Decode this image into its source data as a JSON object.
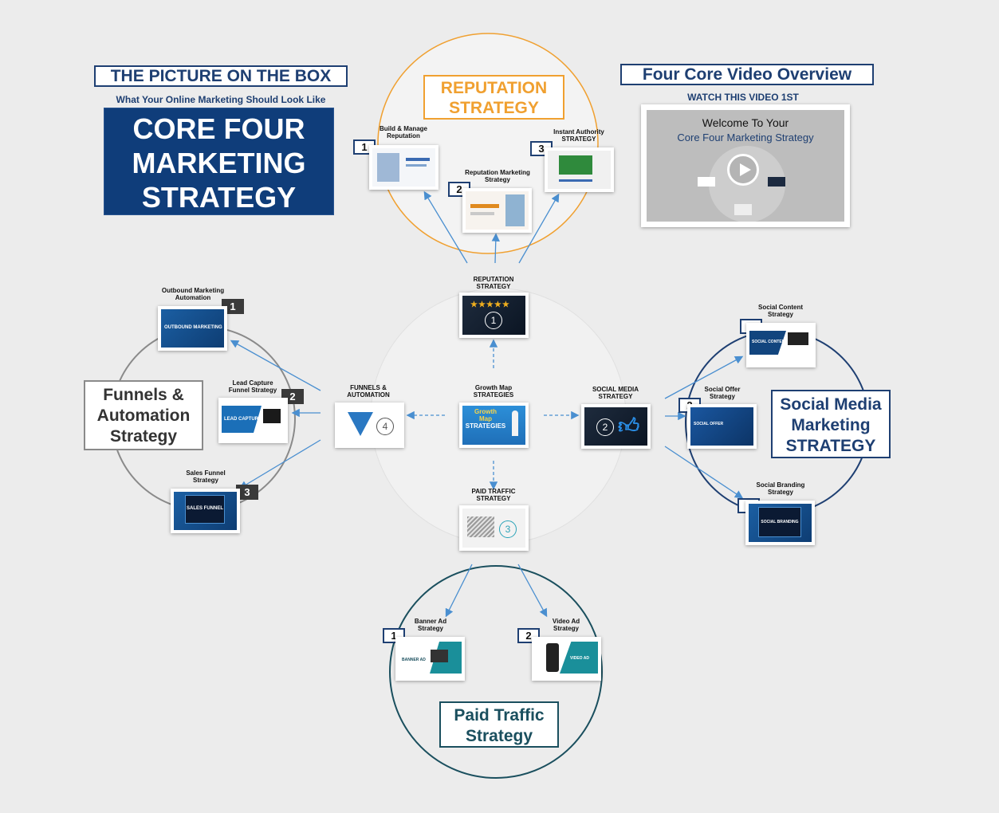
{
  "picture_box": {
    "title": "THE PICTURE ON THE BOX",
    "subtitle": "What Your Online Marketing Should Look Like",
    "main_line1": "CORE FOUR",
    "main_line2": "MARKETING",
    "main_line3": "STRATEGY"
  },
  "video": {
    "title": "Four Core Video Overview",
    "subtitle": "WATCH THIS VIDEO 1ST",
    "line1": "Welcome To Your",
    "line2": "Core Four Marketing Strategy"
  },
  "reputation": {
    "title_line1": "REPUTATION",
    "title_line2": "STRATEGY",
    "title_color": "#f0a030",
    "items": [
      {
        "num": "1",
        "label_line1": "Build & Manage",
        "label_line2": "Reputation"
      },
      {
        "num": "2",
        "label_line1": "Reputation Marketing",
        "label_line2": "Strategy"
      },
      {
        "num": "3",
        "label_line1": "Instant Authority",
        "label_line2": "STRATEGY"
      }
    ]
  },
  "center": {
    "reputation_label_line1": "REPUTATION",
    "reputation_label_line2": "STRATEGY",
    "reputation_num": "1",
    "growth_label_line1": "Growth Map",
    "growth_label_line2": "STRATEGIES",
    "growth_thumb_line1": "Growth",
    "growth_thumb_line2": "Map",
    "growth_thumb_line3": "STRATEGIES",
    "funnels_label_line1": "FUNNELS &",
    "funnels_label_line2": "AUTOMATION",
    "funnels_num": "4",
    "social_label_line1": "SOCIAL MEDIA",
    "social_label_line2": "STRATEGY",
    "social_num": "2",
    "paid_label_line1": "PAID TRAFFIC",
    "paid_label_line2": "STRATEGY",
    "paid_num": "3"
  },
  "funnels": {
    "title_line1": "Funnels &",
    "title_line2": "Automation",
    "title_line3": "Strategy",
    "items": [
      {
        "num": "1",
        "label_line1": "Outbound Marketing",
        "label_line2": "Automation",
        "thumb": "OUTBOUND MARKETING"
      },
      {
        "num": "2",
        "label_line1": "Lead Capture",
        "label_line2": "Funnel Strategy",
        "thumb": "LEAD CAPTURE"
      },
      {
        "num": "3",
        "label_line1": "Sales Funnel",
        "label_line2": "Strategy",
        "thumb": "SALES FUNNEL"
      }
    ]
  },
  "social": {
    "title_line1": "Social Media",
    "title_line2": "Marketing",
    "title_line3": "STRATEGY",
    "items": [
      {
        "num": "1",
        "label_line1": "Social Content",
        "label_line2": "Strategy",
        "thumb": "SOCIAL CONTENT"
      },
      {
        "num": "2",
        "label_line1": "Social Offer",
        "label_line2": "Strategy",
        "thumb": "SOCIAL OFFER"
      },
      {
        "num": "3",
        "label_line1": "Social Branding",
        "label_line2": "Strategy",
        "thumb": "SOCIAL BRANDING"
      }
    ]
  },
  "paid": {
    "title_line1": "Paid Traffic",
    "title_line2": "Strategy",
    "items": [
      {
        "num": "1",
        "label_line1": "Banner Ad",
        "label_line2": "Strategy",
        "thumb": "BANNER AD"
      },
      {
        "num": "2",
        "label_line1": "Video Ad",
        "label_line2": "Strategy",
        "thumb": "VIDEO AD"
      }
    ]
  },
  "colors": {
    "navy": "#1e3f72",
    "orange": "#f0a030",
    "teal": "#1a4f5e",
    "gray_circle": "#8a8a8a",
    "arrow_blue": "#4a8fd0"
  }
}
